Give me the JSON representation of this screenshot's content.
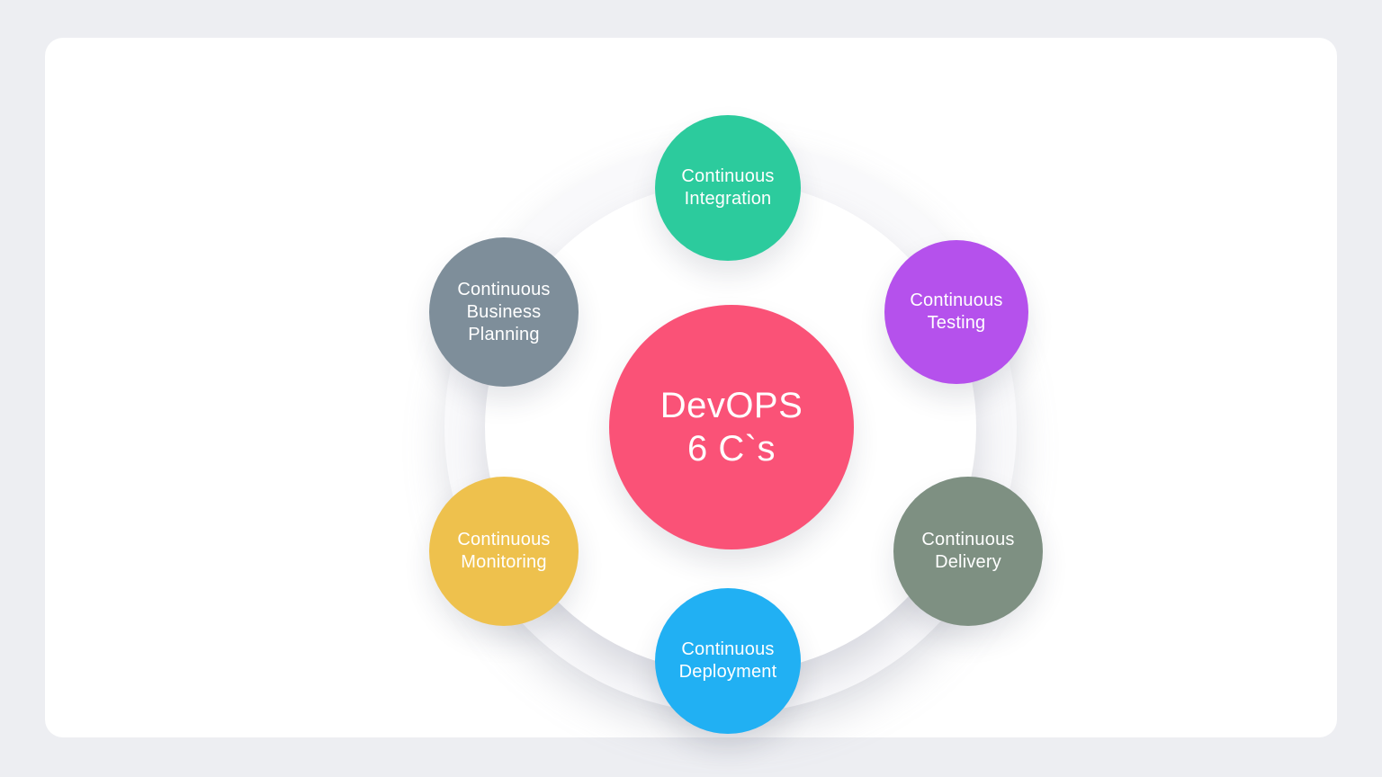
{
  "page": {
    "background_color": "#edeef2",
    "card_color": "#ffffff",
    "ring_outer_color": "#f9f9fb",
    "ring_inner_color": "#ffffff"
  },
  "diagram": {
    "center": {
      "line1": "DevOPS",
      "line2": "6 C`s",
      "color": "#fa5277",
      "text_color": "#ffffff"
    },
    "nodes": [
      {
        "id": "continuous-integration",
        "position": "top",
        "color": "#2ccb9d",
        "lines": {
          "l1": "Continuous",
          "l2": "Integration",
          "l3": ""
        }
      },
      {
        "id": "continuous-testing",
        "position": "top-right",
        "color": "#b551ec",
        "lines": {
          "l1": "Continuous",
          "l2": "Testing",
          "l3": ""
        }
      },
      {
        "id": "continuous-delivery",
        "position": "bottom-right",
        "color": "#7e9082",
        "lines": {
          "l1": "Continuous",
          "l2": "Delivery",
          "l3": ""
        }
      },
      {
        "id": "continuous-deployment",
        "position": "bottom",
        "color": "#21b0f3",
        "lines": {
          "l1": "Continuous",
          "l2": "Deployment",
          "l3": ""
        }
      },
      {
        "id": "continuous-monitoring",
        "position": "bottom-left",
        "color": "#eec14d",
        "lines": {
          "l1": "Continuous",
          "l2": "Monitoring",
          "l3": ""
        }
      },
      {
        "id": "continuous-business-planning",
        "position": "top-left",
        "color": "#7e8e9a",
        "lines": {
          "l1": "Continuous",
          "l2": "Business",
          "l3": "Planning"
        }
      }
    ]
  }
}
